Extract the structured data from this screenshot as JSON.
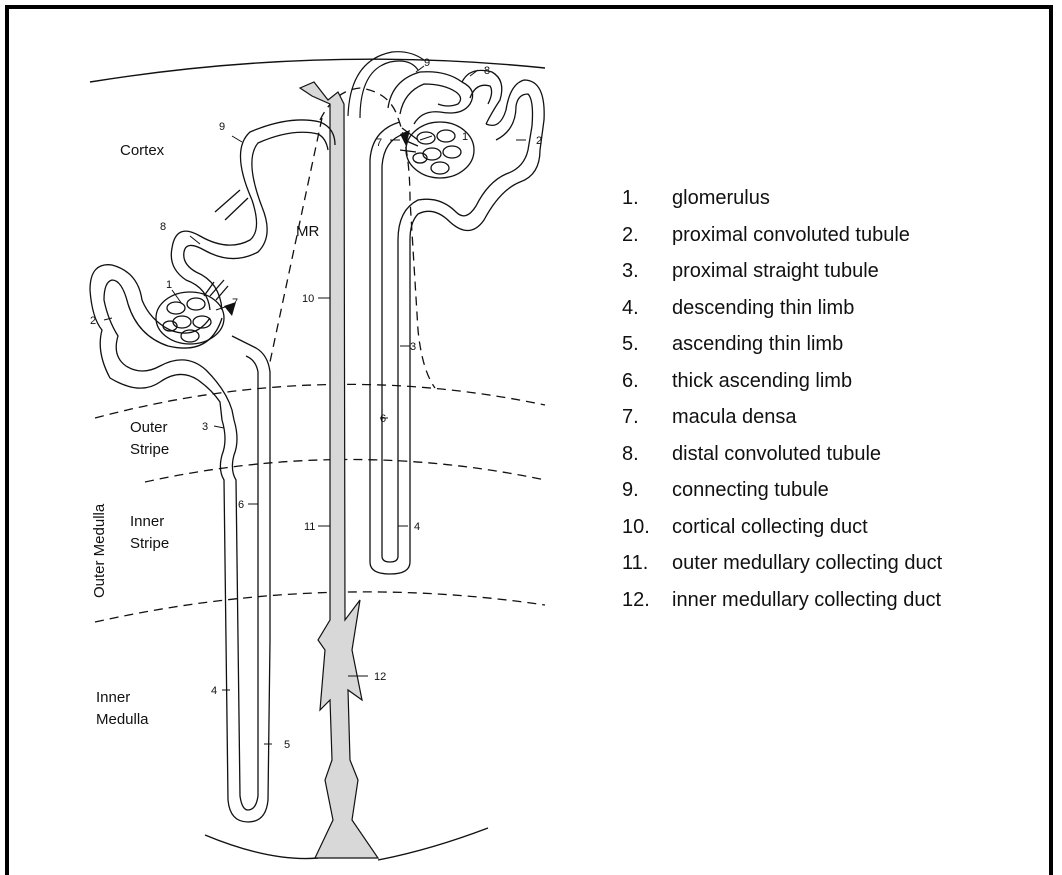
{
  "zones": {
    "cortex": "Cortex",
    "outer_medulla": "Outer Medulla",
    "outer_stripe": [
      "Outer",
      "Stripe"
    ],
    "inner_stripe": [
      "Inner",
      "Stripe"
    ],
    "inner_medulla": [
      "Inner",
      "Medulla"
    ],
    "medullary_ray": "MR"
  },
  "legend": [
    {
      "num": "1.",
      "label": "glomerulus"
    },
    {
      "num": "2.",
      "label": "proximal convoluted tubule"
    },
    {
      "num": "3.",
      "label": "proximal straight tubule"
    },
    {
      "num": "4.",
      "label": "descending thin limb"
    },
    {
      "num": "5.",
      "label": "ascending thin limb"
    },
    {
      "num": "6.",
      "label": "thick ascending limb"
    },
    {
      "num": "7.",
      "label": "macula densa"
    },
    {
      "num": "8.",
      "label": "distal convoluted tubule"
    },
    {
      "num": "9.",
      "label": "connecting tubule"
    },
    {
      "num": "10.",
      "label": "cortical collecting duct"
    },
    {
      "num": "11.",
      "label": "outer medullary collecting duct"
    },
    {
      "num": "12.",
      "label": "inner medullary collecting duct"
    }
  ],
  "callouts": {
    "n1": "1",
    "n2": "2",
    "n3": "3",
    "n4": "4",
    "n5": "5",
    "n6": "6",
    "n7": "7",
    "n8": "8",
    "n9": "9",
    "n10": "10",
    "n11": "11",
    "n12": "12"
  }
}
